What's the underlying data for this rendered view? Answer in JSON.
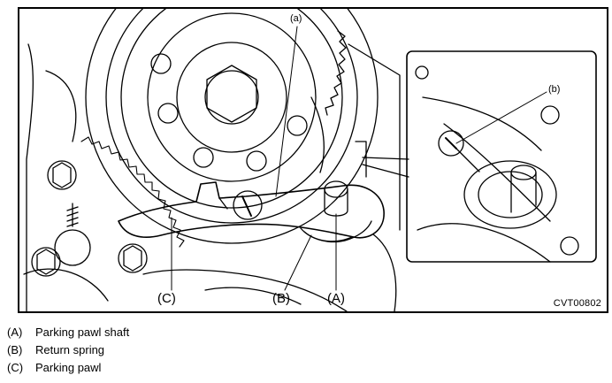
{
  "figure": {
    "code": "CVT00802",
    "callouts": {
      "a_main": "(a)",
      "b_inset": "(b)",
      "A": "(A)",
      "B": "(B)",
      "C": "(C)"
    }
  },
  "legend": [
    {
      "key": "(A)",
      "text": "Parking pawl shaft"
    },
    {
      "key": "(B)",
      "text": "Return spring"
    },
    {
      "key": "(C)",
      "text": "Parking pawl"
    }
  ],
  "colors": {
    "line": "#000000",
    "background": "#ffffff"
  }
}
